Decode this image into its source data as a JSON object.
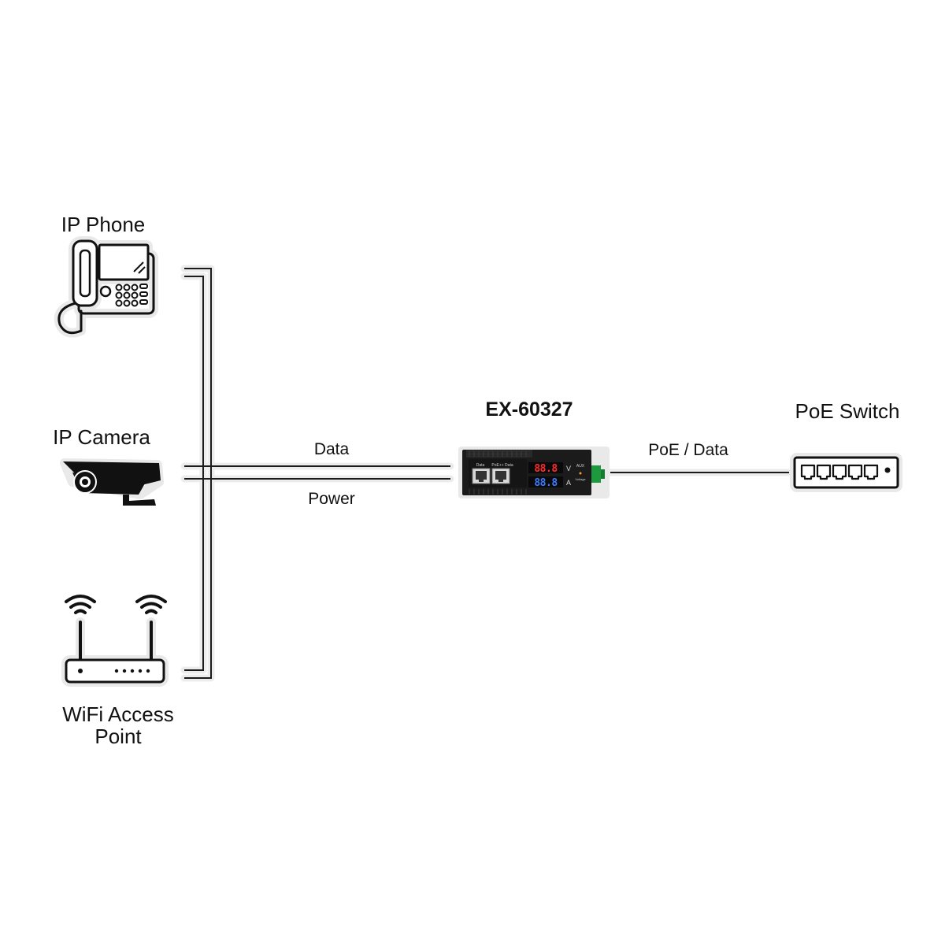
{
  "devices": {
    "ip_phone": "IP Phone",
    "ip_camera": "IP Camera",
    "wifi_ap_line1": "WiFi Access",
    "wifi_ap_line2": "Point",
    "center_device": "EX-60327",
    "poe_switch": "PoE Switch"
  },
  "links": {
    "data": "Data",
    "power": "Power",
    "poe_data": "PoE / Data"
  },
  "device_panel": {
    "port_label_left": "Data",
    "port_label_right": "PoE++ Data",
    "display_top": "88.8",
    "display_bottom": "88.8",
    "unit_top": "V",
    "unit_bottom": "A",
    "side_label": "AUX",
    "voltage_label": "Voltage"
  },
  "colors": {
    "line": "#1a1a1a",
    "display_red": "#ff2a2a",
    "display_blue": "#3a7bff",
    "terminal_green": "#1e9a3e",
    "housing": "#1b1b1b"
  }
}
